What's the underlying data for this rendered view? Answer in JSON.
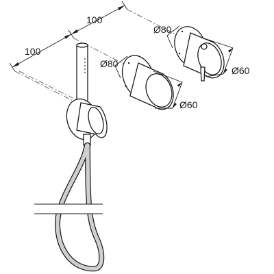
{
  "dimensions": {
    "spacing_left": "100",
    "spacing_right": "100",
    "mixer_left_outer": "Ø80",
    "mixer_left_inner": "Ø60",
    "mixer_right_outer": "Ø80",
    "mixer_right_inner": "Ø60"
  },
  "colors": {
    "line": "#1a1a1a",
    "hose": "#cfcfcf",
    "background": "#ffffff"
  }
}
